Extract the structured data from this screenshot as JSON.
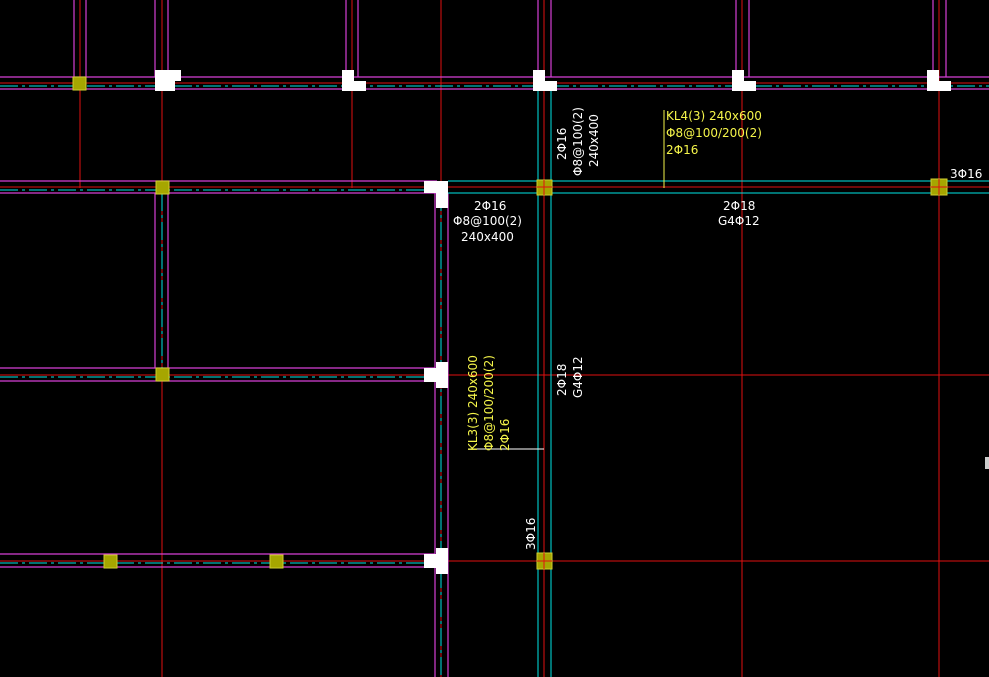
{
  "colors": {
    "background": "#000000",
    "beam_outline": "#d640d6",
    "center_line": "#00e6e6",
    "axis_line": "#e01010",
    "column_fill": "#a6a600",
    "column_edge": "#cfcf30",
    "t_column_fill": "#ffffff",
    "text_white": "#ffffff",
    "text_yellow": "#f5f54a"
  },
  "annotations": {
    "kl4_name": "KL4(3) 240x600",
    "kl4_stirrup": "Φ8@100/200(2)",
    "kl4_top": "2Φ16",
    "right_corner": "3Φ16",
    "beam_a_top": "2Φ16",
    "beam_a_stirrup": "Φ8@100(2)",
    "beam_a_size": "240x400",
    "beam_b_bottom": "2Φ18",
    "beam_b_side": "G4Φ12",
    "vert_top": "2Φ16",
    "vert_stirrup": "Φ8@100(2)",
    "vert_size": "240x400",
    "kl3_name": "KL3(3) 240x600",
    "kl3_stirrup": "Φ8@100/200(2)",
    "kl3_top": "2Φ16",
    "vert_bottom": "2Φ18",
    "vert_side": "G4Φ12",
    "lower_corner": "3Φ16"
  },
  "icons": [
    "column-square-icon",
    "t-column-icon",
    "scrollbar-marker-icon"
  ]
}
